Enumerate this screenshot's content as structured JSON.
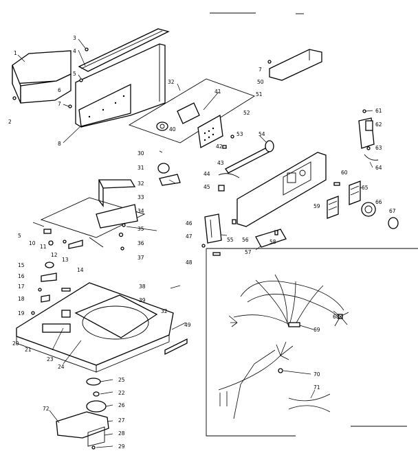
{
  "diagram": {
    "labels": [
      {
        "id": "l1",
        "text": "1"
      },
      {
        "id": "l2",
        "text": "2"
      },
      {
        "id": "l3",
        "text": "3"
      },
      {
        "id": "l4",
        "text": "4"
      },
      {
        "id": "l5a",
        "text": "5"
      },
      {
        "id": "l6",
        "text": "6"
      },
      {
        "id": "l7a",
        "text": "7"
      },
      {
        "id": "l8",
        "text": "8"
      },
      {
        "id": "l7b",
        "text": "7"
      },
      {
        "id": "l50",
        "text": "50"
      },
      {
        "id": "l32a",
        "text": "32"
      },
      {
        "id": "l41",
        "text": "41"
      },
      {
        "id": "l51",
        "text": "51"
      },
      {
        "id": "l52",
        "text": "52"
      },
      {
        "id": "l40",
        "text": "40"
      },
      {
        "id": "l53",
        "text": "53"
      },
      {
        "id": "l42",
        "text": "42"
      },
      {
        "id": "l54",
        "text": "54"
      },
      {
        "id": "l30a",
        "text": "30"
      },
      {
        "id": "l31",
        "text": "31"
      },
      {
        "id": "l43",
        "text": "43"
      },
      {
        "id": "l44",
        "text": "44"
      },
      {
        "id": "l32b",
        "text": "32"
      },
      {
        "id": "l45",
        "text": "45"
      },
      {
        "id": "l61",
        "text": "61"
      },
      {
        "id": "l62",
        "text": "62"
      },
      {
        "id": "l63",
        "text": "63"
      },
      {
        "id": "l64",
        "text": "64"
      },
      {
        "id": "l60",
        "text": "60"
      },
      {
        "id": "l65",
        "text": "65"
      },
      {
        "id": "l59",
        "text": "59"
      },
      {
        "id": "l66",
        "text": "66"
      },
      {
        "id": "l67",
        "text": "67"
      },
      {
        "id": "l33",
        "text": "33"
      },
      {
        "id": "l34",
        "text": "34"
      },
      {
        "id": "l35",
        "text": "35"
      },
      {
        "id": "l36",
        "text": "36"
      },
      {
        "id": "l37",
        "text": "37"
      },
      {
        "id": "l5b",
        "text": "5"
      },
      {
        "id": "l10",
        "text": "10"
      },
      {
        "id": "l11",
        "text": "11"
      },
      {
        "id": "l12",
        "text": "12"
      },
      {
        "id": "l13",
        "text": "13"
      },
      {
        "id": "l46",
        "text": "46"
      },
      {
        "id": "l47",
        "text": "47"
      },
      {
        "id": "l48",
        "text": "48"
      },
      {
        "id": "l55",
        "text": "55"
      },
      {
        "id": "l56",
        "text": "56"
      },
      {
        "id": "l57",
        "text": "57"
      },
      {
        "id": "l58",
        "text": "58"
      },
      {
        "id": "l15",
        "text": "15"
      },
      {
        "id": "l16",
        "text": "16"
      },
      {
        "id": "l17",
        "text": "17"
      },
      {
        "id": "l18",
        "text": "18"
      },
      {
        "id": "l19",
        "text": "19"
      },
      {
        "id": "l14",
        "text": "14"
      },
      {
        "id": "l38",
        "text": "38"
      },
      {
        "id": "l39",
        "text": "39"
      },
      {
        "id": "l32c",
        "text": "32"
      },
      {
        "id": "l49",
        "text": "49"
      },
      {
        "id": "l20",
        "text": "20"
      },
      {
        "id": "l21",
        "text": "21"
      },
      {
        "id": "l23",
        "text": "23"
      },
      {
        "id": "l24",
        "text": "24"
      },
      {
        "id": "l25",
        "text": "25"
      },
      {
        "id": "l22",
        "text": "22"
      },
      {
        "id": "l26",
        "text": "26"
      },
      {
        "id": "l72",
        "text": "72"
      },
      {
        "id": "l27",
        "text": "27"
      },
      {
        "id": "l28",
        "text": "28"
      },
      {
        "id": "l29",
        "text": "29"
      },
      {
        "id": "l68",
        "text": "68"
      },
      {
        "id": "l69",
        "text": "69"
      },
      {
        "id": "l70",
        "text": "70"
      },
      {
        "id": "l71",
        "text": "71"
      }
    ]
  }
}
